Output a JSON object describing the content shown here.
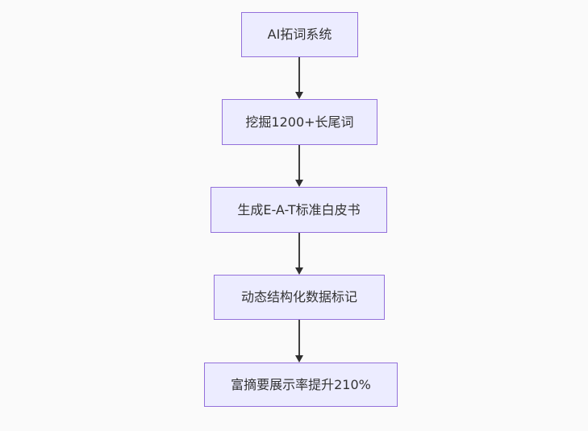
{
  "diagram": {
    "type": "flowchart",
    "direction": "top-down",
    "nodes": [
      {
        "id": "node-1",
        "label": "AI拓词系统"
      },
      {
        "id": "node-2",
        "label": "挖掘1200+长尾词"
      },
      {
        "id": "node-3",
        "label": "生成E-A-T标准白皮书"
      },
      {
        "id": "node-4",
        "label": "动态结构化数据标记"
      },
      {
        "id": "node-5",
        "label": "富摘要展示率提升210%"
      }
    ],
    "edges": [
      {
        "from": "node-1",
        "to": "node-2"
      },
      {
        "from": "node-2",
        "to": "node-3"
      },
      {
        "from": "node-3",
        "to": "node-4"
      },
      {
        "from": "node-4",
        "to": "node-5"
      }
    ],
    "colors": {
      "node_fill": "#ECECFF",
      "node_border": "#9370DB",
      "text": "#333333",
      "arrow": "#333333",
      "background": "#FAFAFA"
    }
  }
}
